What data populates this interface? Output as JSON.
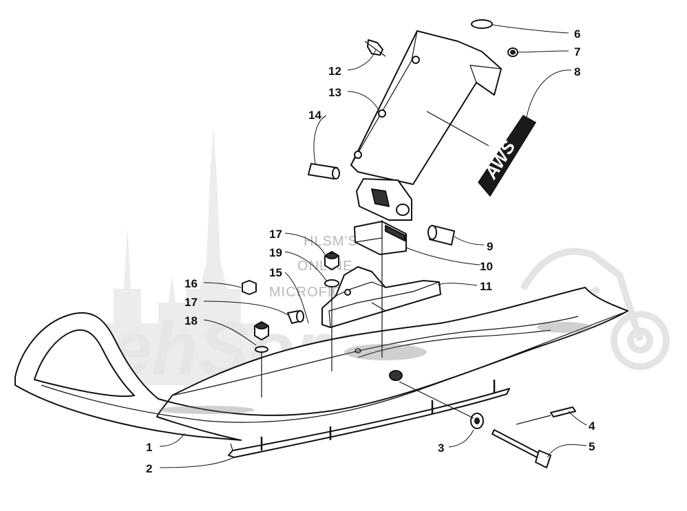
{
  "watermark": {
    "line1": "HLSM'S",
    "line2": "ONLINE",
    "line3": "MICROFICHE",
    "logo": "AehSom"
  },
  "decal": {
    "text": "AWS"
  },
  "callouts": [
    "1",
    "2",
    "3",
    "4",
    "5",
    "6",
    "7",
    "8",
    "9",
    "10",
    "11",
    "12",
    "13",
    "14",
    "15",
    "16",
    "17",
    "17",
    "18",
    "19"
  ]
}
